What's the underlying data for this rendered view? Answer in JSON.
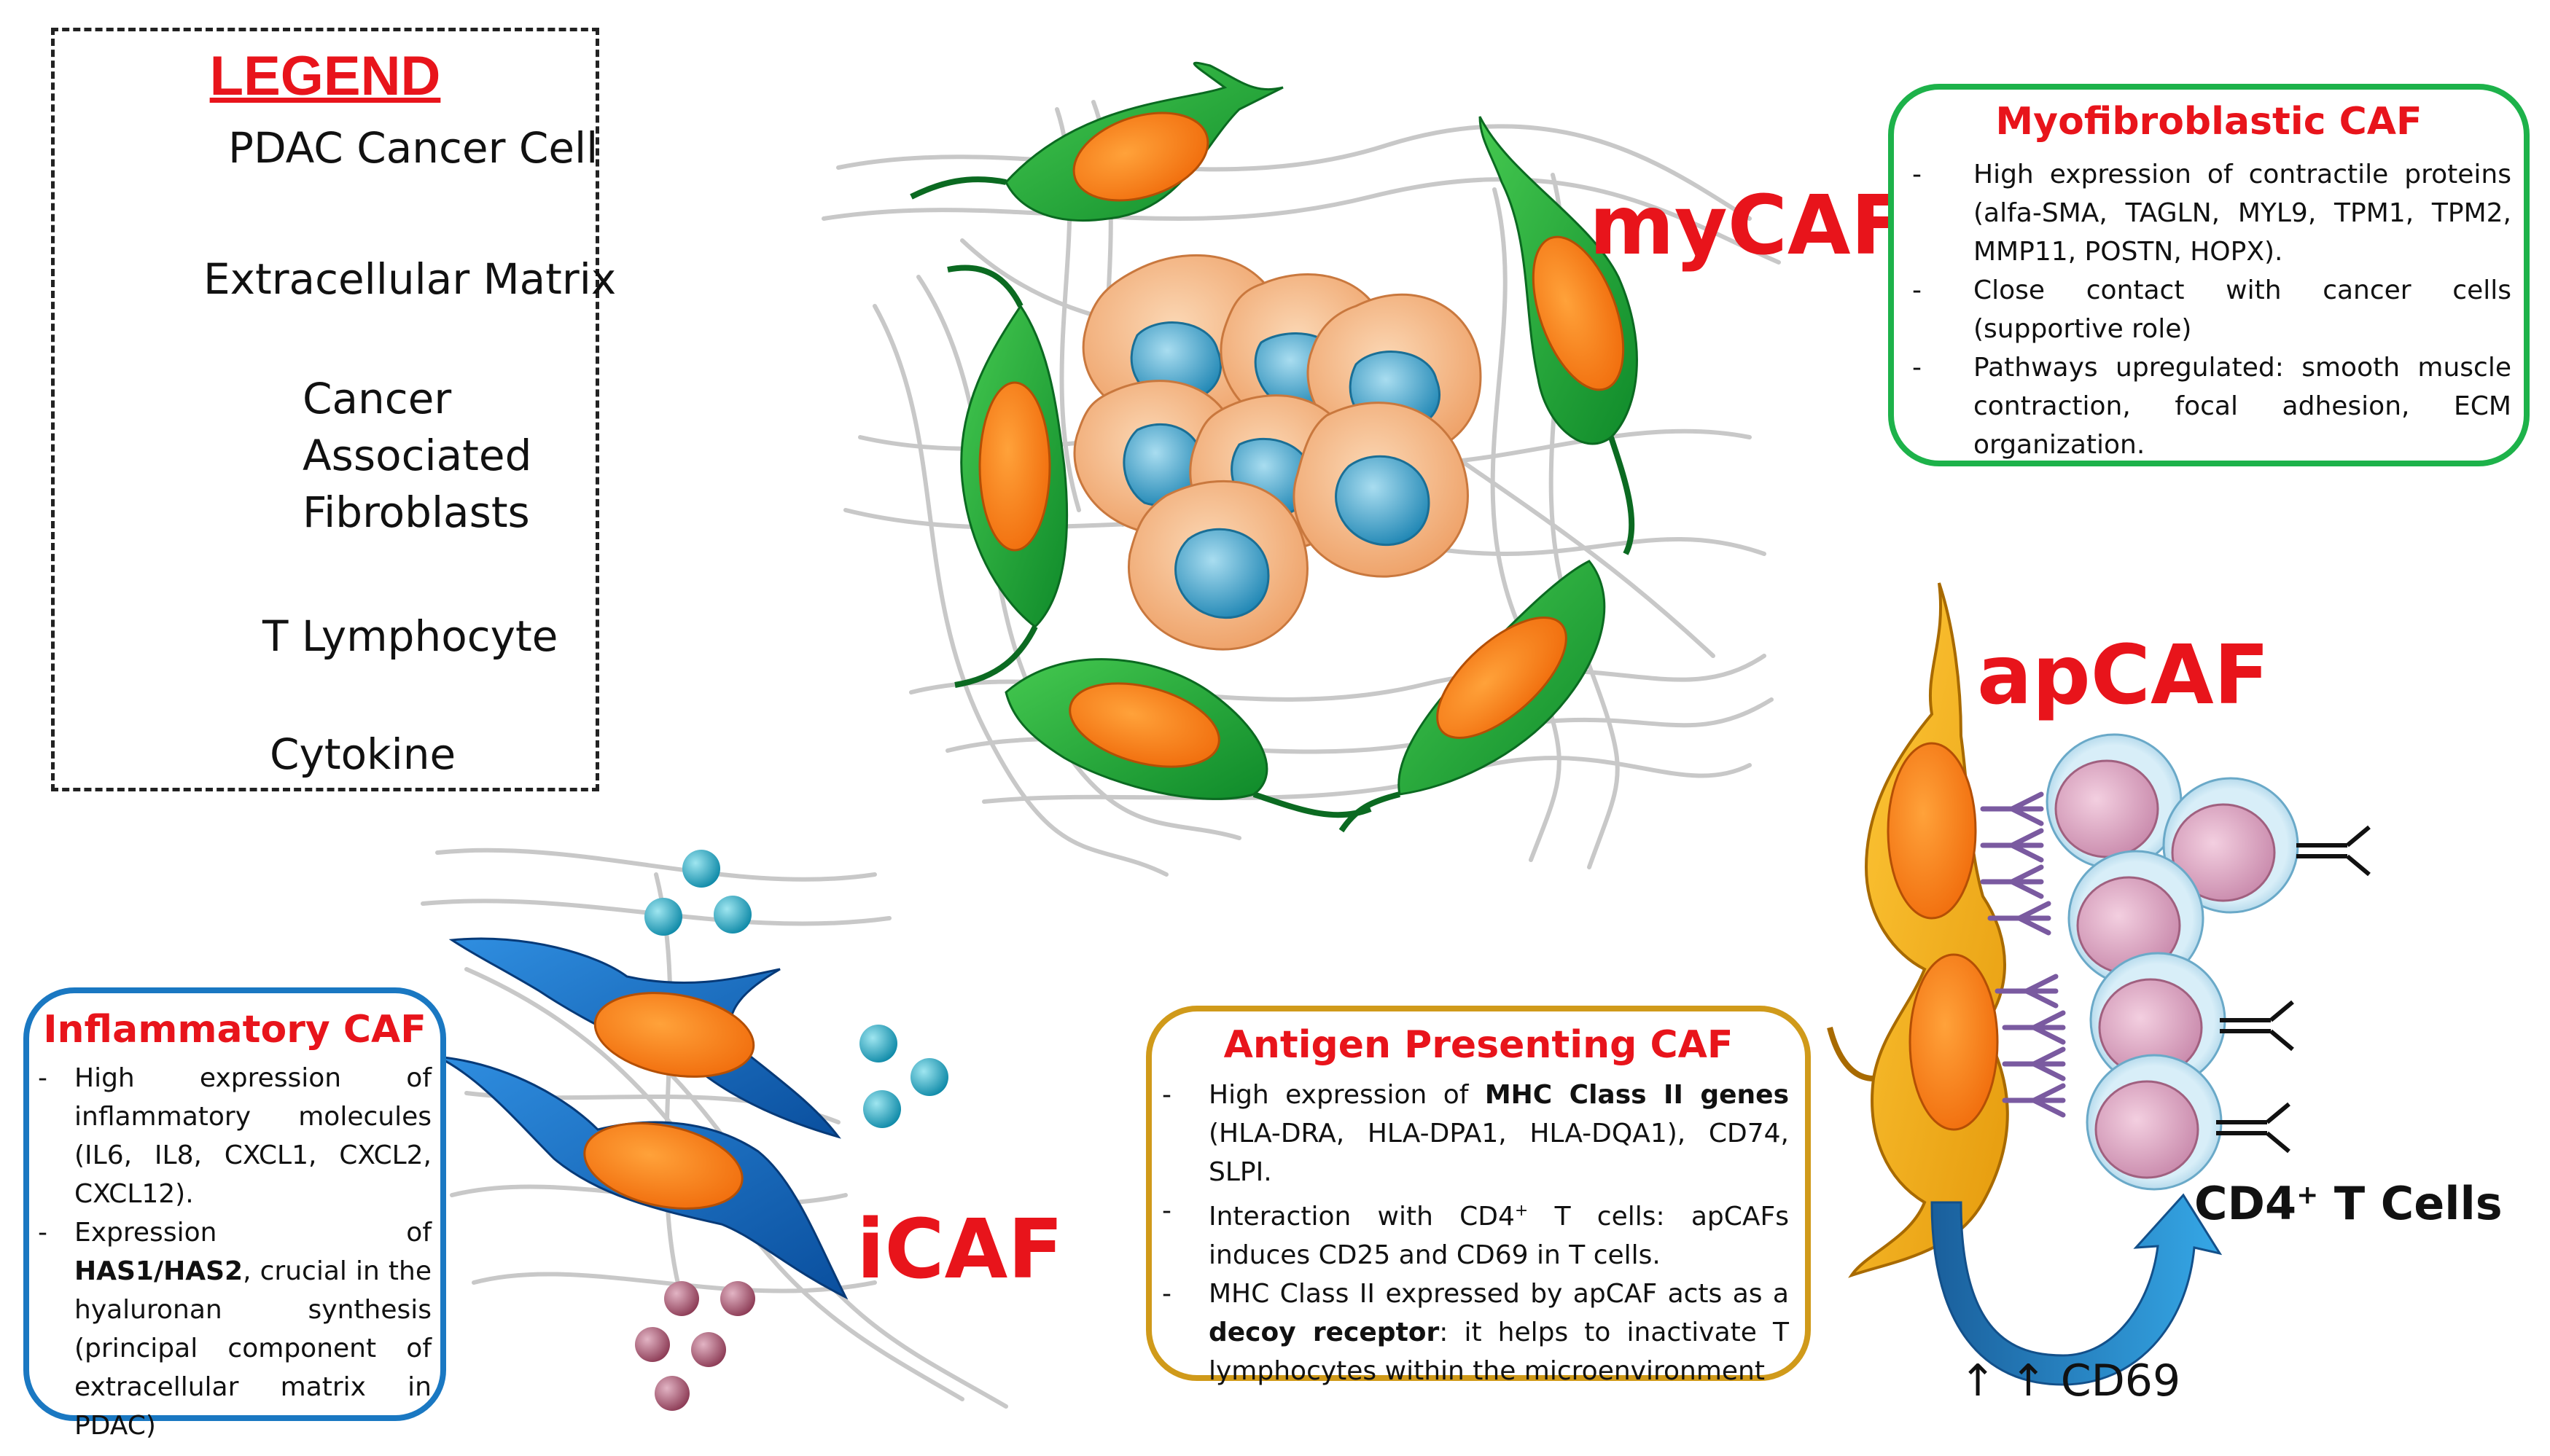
{
  "legend": {
    "title": "LEGEND",
    "items": [
      {
        "label": "PDAC Cancer Cell"
      },
      {
        "label": "Extracellular Matrix"
      },
      {
        "label": "Cancer"
      },
      {
        "label": "Associated"
      },
      {
        "label": "Fibroblasts"
      },
      {
        "label": "T Lymphocyte"
      },
      {
        "label": "Cytokine"
      }
    ]
  },
  "labels": {
    "mycaf": "myCAF",
    "apcaf": "apCAF",
    "icaf": "iCAF",
    "cd4_tcells_prefix": "CD4",
    "cd4_tcells_sup": "+",
    "cd4_tcells_suffix": " T Cells",
    "cd69": "↑ ↑ CD69"
  },
  "mycaf_panel": {
    "title": "Myofibroblastic CAF",
    "points": [
      "High expression of contractile proteins (alfa-SMA, TAGLN, MYL9, TPM1, TPM2, MMP11, POSTN, HOPX).",
      "Close contact with cancer cells (supportive role)",
      "Pathways upregulated: smooth muscle contraction, focal adhesion, ECM organization."
    ]
  },
  "icaf_panel": {
    "title": "Inflammatory CAF",
    "p1": "High expression of inflammatory molecules (IL6, IL8, CXCL1, CXCL2, CXCL12).",
    "p2_pre": "Expression of ",
    "p2_bold": "HAS1/HAS2",
    "p2_post": ", crucial in the hyaluronan synthesis (principal component of extracellular matrix in PDAC)"
  },
  "apcaf_panel": {
    "title": "Antigen Presenting CAF",
    "p1_pre": "High expression of ",
    "p1_bold": "MHC Class II genes",
    "p1_post": " (HLA-DRA, HLA-DPA1, HLA-DQA1), CD74, SLPI.",
    "p2_pre": "Interaction with CD4",
    "p2_sup": "+",
    "p2_post": " T cells: apCAFs induces CD25 and CD69 in T cells.",
    "p3_pre": "MHC Class II expressed by apCAF acts as a ",
    "p3_bold": "decoy receptor",
    "p3_post": ": it helps to inactivate T lymphocytes within the microenvironment"
  },
  "colors": {
    "title_red": "#e8141b",
    "mycaf_green": "#1db24a",
    "icaf_blue": "#1a78c2",
    "apcaf_gold": "#d09a1a",
    "cancer_orange": "#f3b07a",
    "cancer_nucleus": "#3a9ec8"
  }
}
